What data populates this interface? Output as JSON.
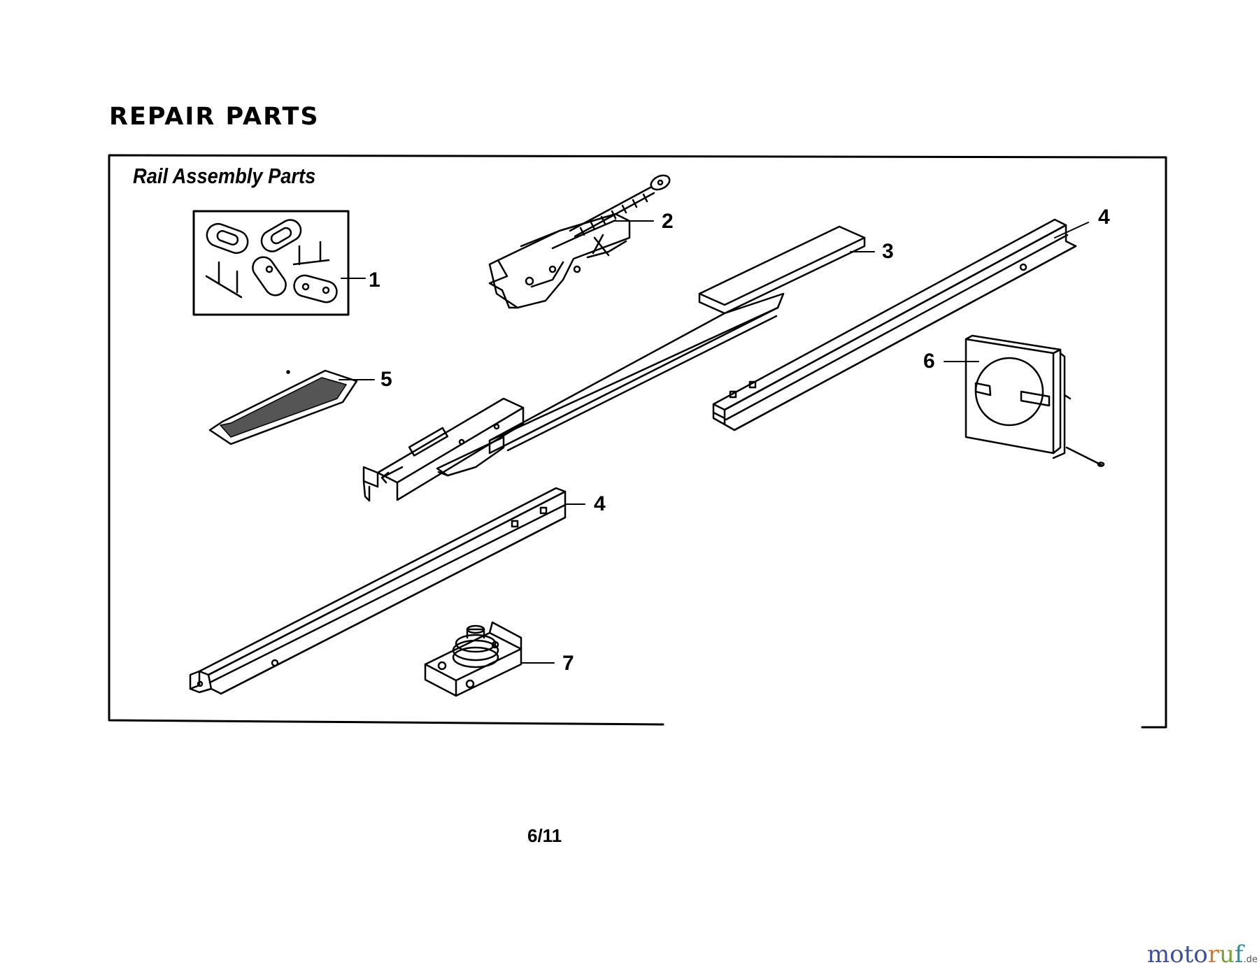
{
  "page": {
    "title": "REPAIR PARTS",
    "section_title": "Rail Assembly Parts",
    "page_number": "6/11"
  },
  "callouts": [
    {
      "label": "1",
      "part": "master-link-kit"
    },
    {
      "label": "2",
      "part": "trolley-assembly"
    },
    {
      "label": "3",
      "part": "front-rail-section"
    },
    {
      "label": "4",
      "part": "rail-section"
    },
    {
      "label": "5",
      "part": "lubricant-packet"
    },
    {
      "label": "6",
      "part": "chain-assembly"
    },
    {
      "label": "4",
      "part": "rail-section"
    },
    {
      "label": "7",
      "part": "idler-pulley"
    }
  ],
  "watermark": {
    "letters": [
      "m",
      "o",
      "t",
      "o",
      "r",
      "u",
      "f"
    ],
    "colors": [
      "#3c4f9a",
      "#3c4f9a",
      "#3c4f9a",
      "#3c4f9a",
      "#d9772a",
      "#7aa23a",
      "#2c8c9a"
    ],
    "suffix": ".de"
  }
}
